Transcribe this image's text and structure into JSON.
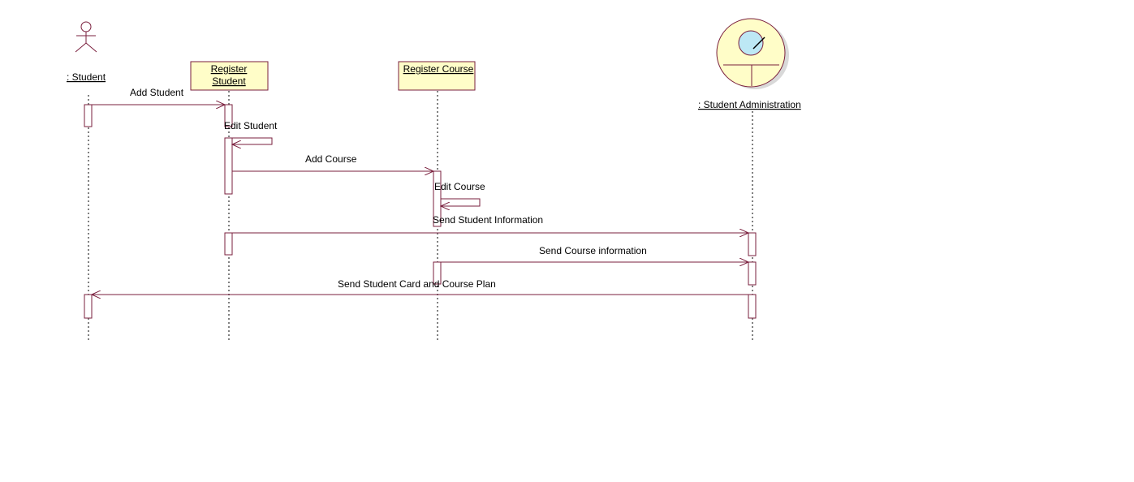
{
  "diagram": {
    "type": "sequence",
    "colors": {
      "line": "#7a1f3d",
      "object_fill": "#fffdc8",
      "lifeline": "#000000",
      "control_fill": "#bde8f5"
    },
    "participants": {
      "student": {
        "label": ": Student",
        "icon": "actor-stick-figure-icon"
      },
      "register_student": {
        "label_line1": "Register",
        "label_line2": "Student"
      },
      "register_course": {
        "label": "Register Course"
      },
      "student_admin": {
        "label": ": Student Administration",
        "icon": "entity-circle-icon"
      }
    },
    "messages": [
      {
        "label": "Add Student",
        "from": ": Student",
        "to": "Register Student"
      },
      {
        "label": "Edit Student",
        "from": "Register Student",
        "to": "Register Student"
      },
      {
        "label": "Add Course",
        "from": "Register Student",
        "to": "Register Course"
      },
      {
        "label": "Edit Course",
        "from": "Register Course",
        "to": "Register Course"
      },
      {
        "label": "Send Student Information",
        "from": "Register Student",
        "to": ": Student Administration"
      },
      {
        "label": "Send Course information",
        "from": "Register Course",
        "to": ": Student Administration"
      },
      {
        "label": "Send Student Card and Course Plan",
        "from": ": Student Administration",
        "to": ": Student"
      }
    ]
  }
}
